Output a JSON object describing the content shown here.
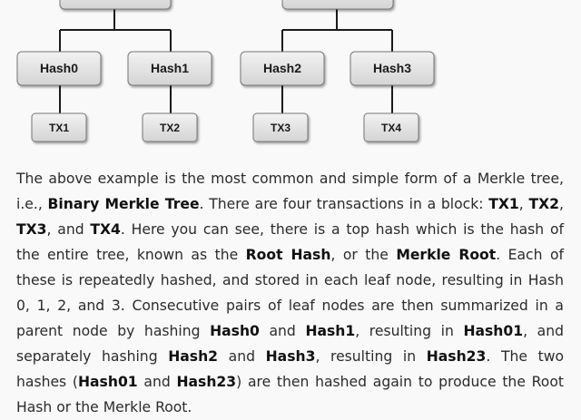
{
  "diagram": {
    "top_nodes": [
      "",
      ""
    ],
    "hash_nodes": [
      "Hash0",
      "Hash1",
      "Hash2",
      "Hash3"
    ],
    "tx_nodes": [
      "TX1",
      "TX2",
      "TX3",
      "TX4"
    ]
  },
  "paragraph": {
    "s01": "The above example is the most common and simple form of a Merkle tree, i.e., ",
    "b01": "Binary Merkle Tree",
    "s02": ". There are four transactions in a block: ",
    "b02": "TX1",
    "s03": ", ",
    "b03": "TX2",
    "s04": ", ",
    "b04": "TX3",
    "s05": ", and ",
    "b05": "TX4",
    "s06": ". Here you can see, there is a top hash which is the hash of the entire tree, known as the ",
    "b06": "Root Hash",
    "s07": ", or the ",
    "b07": "Merkle Root",
    "s08": ". Each of these is repeatedly hashed, and stored in each leaf node, resulting in Hash 0, 1, 2, and 3. Consecutive pairs of leaf nodes are then summarized in a parent node by hashing ",
    "b08": "Hash0",
    "s09": " and ",
    "b09": "Hash1",
    "s10": ", resulting in ",
    "b10": "Hash01",
    "s11": ", and separately hashing ",
    "b11": "Hash2",
    "s12": " and ",
    "b12": "Hash3",
    "s13": ", resulting in ",
    "b13": "Hash23",
    "s14": ". The two hashes (",
    "b14": "Hash01",
    "s15": " and ",
    "b15": "Hash23",
    "s16": ") are then hashed again to produce the Root Hash or the Merkle Root."
  }
}
